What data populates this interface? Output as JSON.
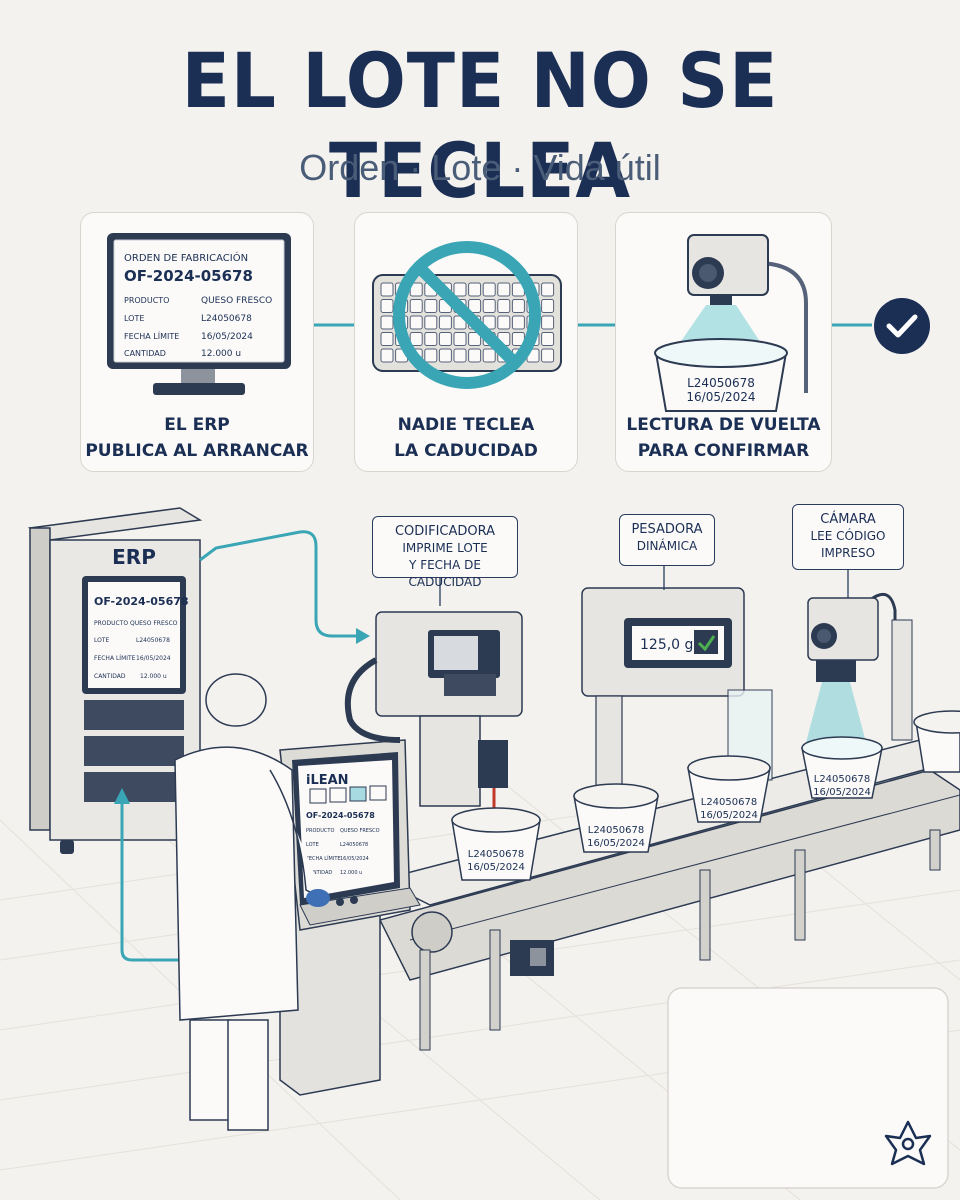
{
  "header": {
    "title": "EL LOTE NO SE TECLEA",
    "subtitle": "Orden · Lote · Vida útil"
  },
  "steps": [
    {
      "label_line1": "EL ERP",
      "label_line2": "PUBLICA AL ARRANCAR",
      "icon": "monitor-icon"
    },
    {
      "label_line1": "NADIE TECLEA",
      "label_line2": "LA CADUCIDAD",
      "icon": "no-keyboard-icon"
    },
    {
      "label_line1": "LECTURA DE VUELTA",
      "label_line2": "PARA CONFIRMAR",
      "icon": "camera-icon"
    }
  ],
  "monitor": {
    "heading": "ORDEN DE FABRICACIÓN",
    "order": "OF-2024-05678",
    "rows": [
      {
        "k": "PRODUCTO",
        "v": "QUESO FRESCO"
      },
      {
        "k": "LOTE",
        "v": "L24050678"
      },
      {
        "k": "FECHA LÍMITE",
        "v": "16/05/2024"
      },
      {
        "k": "CANTIDAD",
        "v": "12.000 u"
      }
    ]
  },
  "tub_print": {
    "lot": "L24050678",
    "date": "16/05/2024"
  },
  "erp_cabinet": {
    "label": "ERP",
    "order": "OF-2024-05678",
    "rows": [
      {
        "k": "PRODUCTO",
        "v": "QUESO FRESCO"
      },
      {
        "k": "LOTE",
        "v": "L24050678"
      },
      {
        "k": "FECHA LÍMITE",
        "v": "16/05/2024"
      },
      {
        "k": "CANTIDAD",
        "v": "12.000 u"
      }
    ]
  },
  "hmi": {
    "brand": "iLEAN",
    "order": "OF-2024-05678",
    "rows": [
      {
        "k": "PRODUCTO",
        "v": "QUESO FRESCO"
      },
      {
        "k": "LOTE",
        "v": "L24050678"
      },
      {
        "k": "FECHA LÍMITE",
        "v": "16/05/2024"
      },
      {
        "k": "CANTIDAD",
        "v": "12.000 u"
      }
    ]
  },
  "callouts": {
    "coder": [
      "CODIFICADORA",
      "IMPRIME LOTE",
      "Y FECHA DE CADUCIDAD"
    ],
    "scale": [
      "PESADORA",
      "DINÁMICA"
    ],
    "camera": [
      "CÁMARA",
      "LEE CÓDIGO",
      "IMPRESO"
    ]
  },
  "scale_display": "125,0 g",
  "colors": {
    "navy": "#1b2f55",
    "teal": "#3aa6b5",
    "bg": "#f4f2ee"
  }
}
